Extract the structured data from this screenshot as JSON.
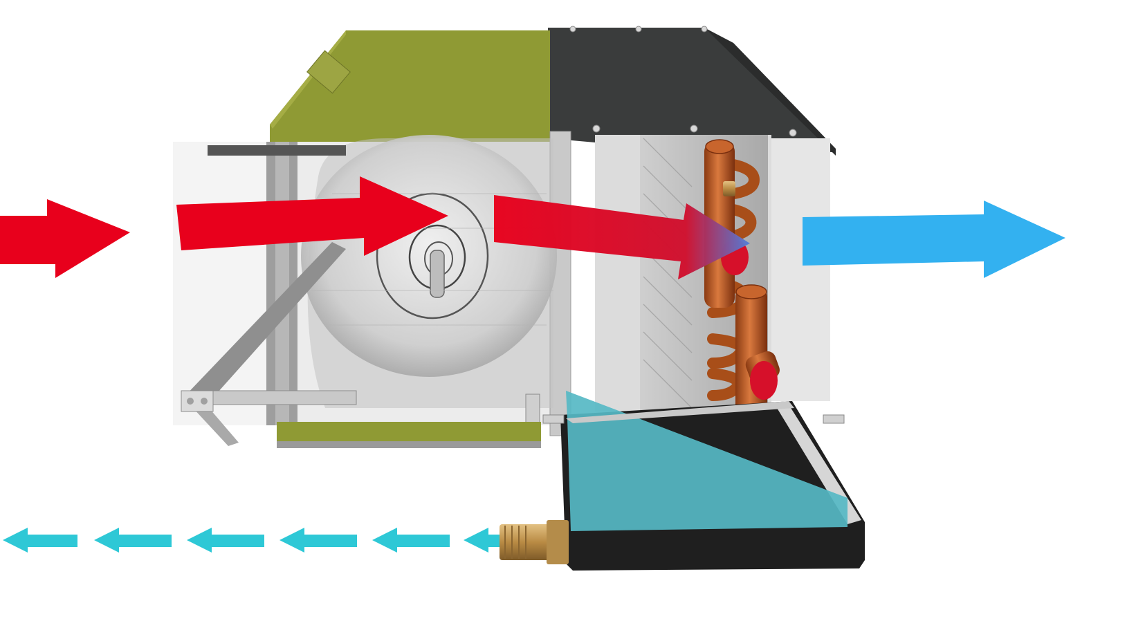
{
  "colors": {
    "warm_air": "#e8001c",
    "cool_air": "#33b1f0",
    "drain_water": "#2ec8d6",
    "condensate": "#56b8c4",
    "insulation": "#8f9a34",
    "housing_dark": "#3a3c3c",
    "copper": "#b5561f",
    "brass": "#c29a55",
    "sheet_metal": "#bdbdbd",
    "blower": "#d4d4d4",
    "drain_pan": "#1f1f1f"
  },
  "icons": {
    "warm_air": "right-arrow",
    "cool_air": "right-arrow",
    "drain": "left-arrow"
  },
  "flow": {
    "warm_air_arrows": 3,
    "cool_air_arrows": 1,
    "drain_arrows": 6
  }
}
